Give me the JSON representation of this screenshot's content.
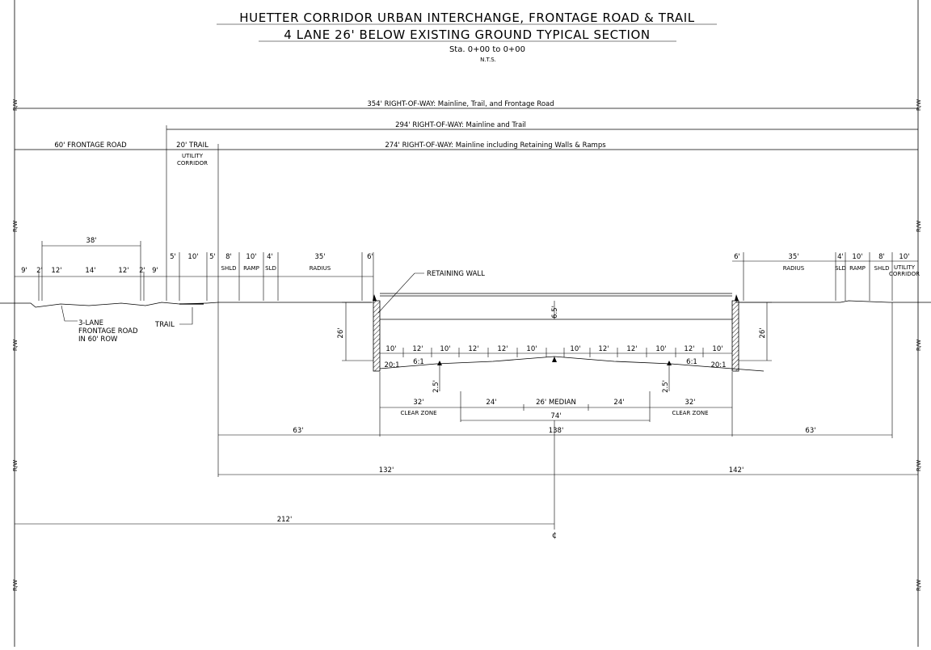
{
  "title": {
    "line1": "HUETTER CORRIDOR URBAN INTERCHANGE, FRONTAGE ROAD & TRAIL",
    "line2": "4 LANE 26' BELOW EXISTING GROUND TYPICAL SECTION",
    "station": "Sta. 0+00 to 0+00",
    "nts": "N.T.S."
  },
  "rw_label": "R/W",
  "row_dims": {
    "total": "354' RIGHT-OF-WAY: Mainline, Trail, and Frontage Road",
    "mainline_trail": "294' RIGHT-OF-WAY: Mainline and Trail",
    "mainline": "274' RIGHT-OF-WAY: Mainline including Retaining Walls & Ramps",
    "frontage": "60' FRONTAGE ROAD",
    "trail": "20' TRAIL",
    "utility_left": [
      "UTILITY",
      "CORRIDOR"
    ]
  },
  "left_dims": [
    "9'",
    "2'",
    "12'",
    "14'",
    "12'",
    "2'",
    "9'",
    "5'",
    "10'",
    "5'",
    "8'",
    "10'",
    "4'",
    "35'",
    "6'"
  ],
  "left_subs": [
    "SHLD",
    "RAMP",
    "SLD",
    "RADIUS"
  ],
  "span_38": "38'",
  "right_dims": [
    "6'",
    "35'",
    "4'",
    "10'",
    "8'",
    "10'"
  ],
  "right_subs": [
    "RADIUS",
    "SLD",
    "RAMP",
    "SHLD"
  ],
  "utility_right": [
    "UTILITY",
    "CORRIDOR"
  ],
  "callouts": {
    "retaining_wall": "RETAINING WALL",
    "frontage_lane": [
      "3-LANE",
      "FRONTAGE ROAD",
      "IN 60' ROW"
    ],
    "trail": "TRAIL"
  },
  "section_dims": {
    "depth": "26'",
    "wall_height": "6.5'",
    "ditch": "2.5'",
    "lanes": [
      "10'",
      "12'",
      "10'",
      "12'",
      "12'",
      "10'",
      "10'",
      "12'",
      "12'",
      "10'",
      "12'",
      "10'"
    ],
    "slopes": [
      "20:1",
      "6:1",
      "6:1",
      "20:1"
    ]
  },
  "lower_dims": {
    "clear_zone": "32'",
    "clear_zone_label": "CLEAR ZONE",
    "inner": "24'",
    "median": "26' MEDIAN",
    "span_74": "74'",
    "side_63": "63'",
    "span_138": "138'",
    "span_132": "132'",
    "span_142": "142'",
    "span_212": "212'",
    "centerline": "¢"
  }
}
